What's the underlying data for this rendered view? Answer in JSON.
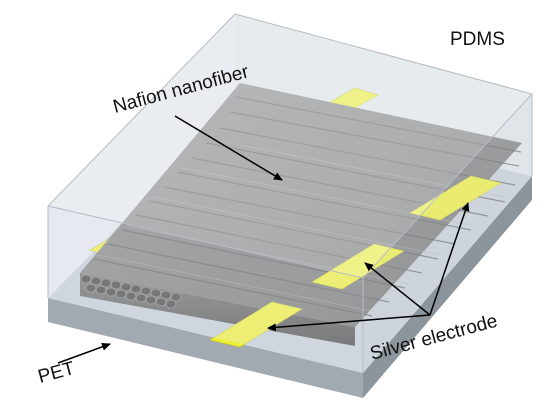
{
  "labels": {
    "pdms": "PDMS",
    "nafion": "Nafion nanofiber",
    "silver": "Silver electrode",
    "pet": "PET"
  },
  "colors": {
    "electrode": "#f0f032",
    "fiber": "#7a7a7a",
    "pdms": "#e8ecf0",
    "pet_top": "#c4ccd4",
    "pet_side": "#a4acb4"
  }
}
